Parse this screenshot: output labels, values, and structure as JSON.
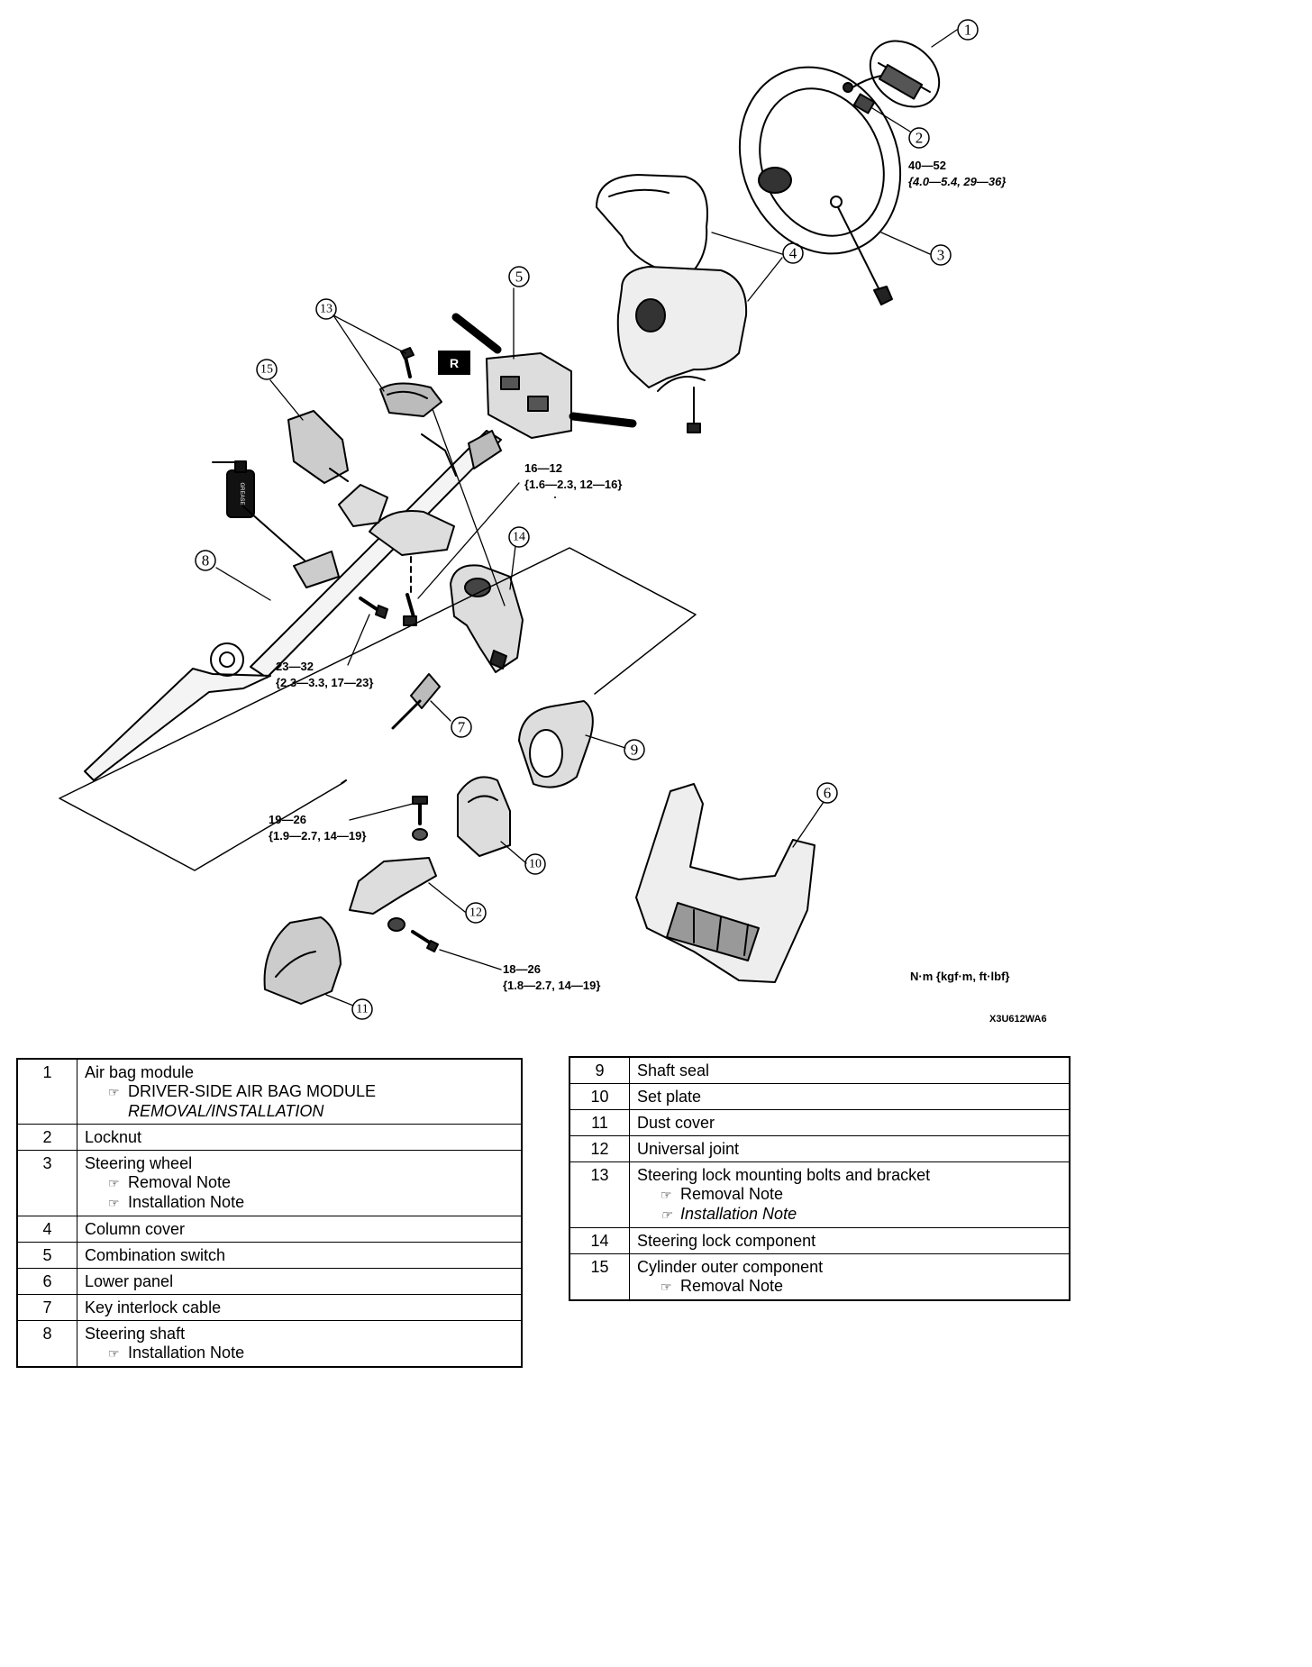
{
  "diagram": {
    "callouts": [
      "1",
      "2",
      "3",
      "4",
      "5",
      "6",
      "7",
      "8",
      "9",
      "10",
      "11",
      "12",
      "13",
      "14",
      "15"
    ],
    "r_label": "R",
    "grease_label": "GREASE",
    "torques": {
      "t40": {
        "line1": "40—52",
        "line2": "{4.0—5.4, 29—36}"
      },
      "t16": {
        "line1": "16—12",
        "line2": "{1.6—2.3, 12—16}"
      },
      "t23": {
        "line1": "23—32",
        "line2": "{2.3—3.3, 17—23}"
      },
      "t19": {
        "line1": "19—26",
        "line2": "{1.9—2.7, 14—19}"
      },
      "t18": {
        "line1": "18—26",
        "line2": "{1.8—2.7, 14—19}"
      }
    },
    "units": "N·m {kgf·m, ft·lbf}",
    "figure_code": "X3U612WA6"
  },
  "parts_left": [
    {
      "num": "1",
      "name": "Air bag module",
      "notes": [
        {
          "text": "DRIVER-SIDE AIR BAG MODULE",
          "style": "normal"
        },
        {
          "text": "REMOVAL/INSTALLATION",
          "style": "italic",
          "cont": true
        }
      ]
    },
    {
      "num": "2",
      "name": "Locknut",
      "notes": []
    },
    {
      "num": "3",
      "name": "Steering wheel",
      "notes": [
        {
          "text": "Removal Note",
          "style": "normal"
        },
        {
          "text": "Installation Note",
          "style": "normal"
        }
      ]
    },
    {
      "num": "4",
      "name": "Column cover",
      "notes": []
    },
    {
      "num": "5",
      "name": "Combination switch",
      "notes": []
    },
    {
      "num": "6",
      "name": "Lower panel",
      "notes": []
    },
    {
      "num": "7",
      "name": "Key interlock cable",
      "notes": []
    },
    {
      "num": "8",
      "name": "Steering shaft",
      "notes": [
        {
          "text": "Installation Note",
          "style": "normal"
        }
      ]
    }
  ],
  "parts_right": [
    {
      "num": "9",
      "name": "Shaft seal",
      "notes": []
    },
    {
      "num": "10",
      "name": "Set plate",
      "notes": []
    },
    {
      "num": "11",
      "name": "Dust cover",
      "notes": []
    },
    {
      "num": "12",
      "name": "Universal joint",
      "notes": []
    },
    {
      "num": "13",
      "name": "Steering lock mounting bolts and bracket",
      "notes": [
        {
          "text": "Removal Note",
          "style": "normal"
        },
        {
          "text": "Installation Note",
          "style": "italic"
        }
      ]
    },
    {
      "num": "14",
      "name": "Steering lock component",
      "notes": []
    },
    {
      "num": "15",
      "name": "Cylinder outer component",
      "notes": [
        {
          "text": "Removal Note",
          "style": "normal"
        }
      ]
    }
  ]
}
